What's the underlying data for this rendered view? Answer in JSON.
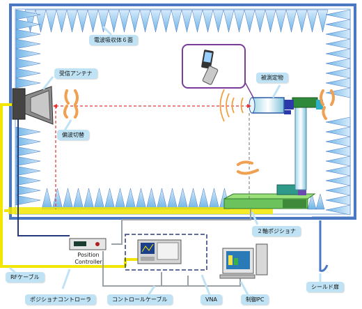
{
  "labels": {
    "absorber": "電波吸収体６面",
    "rx_antenna": "受信アンテナ",
    "dut": "被測定物",
    "polarization": "偏波切替",
    "positioner": "２軸ポジショナ",
    "position_controller_line1": "Position",
    "position_controller_line2": "Controller",
    "rf_cable": "RFケーブル",
    "positioner_controller": "ポジショナコントローラ",
    "control_cable": "コントロールケーブル",
    "vna": "VNA",
    "control_pc": "制御PC",
    "shield_door": "シールド扉"
  },
  "colors": {
    "chamber_wall": "#4a78c2",
    "absorber": "#9fd0f0",
    "rf_cable": "#f2e600",
    "signal_path": "#e83030",
    "callout_fill": "#bfe3f5",
    "dut_frame": "#7a3c9a",
    "rotation_arrow": "#f0a050"
  },
  "icons": [
    "rotation-arrow-icon",
    "radio-wave-icon",
    "mobile-phone-icon",
    "vna-instrument-icon",
    "desktop-pc-icon",
    "controller-box-icon",
    "horn-antenna-icon"
  ]
}
